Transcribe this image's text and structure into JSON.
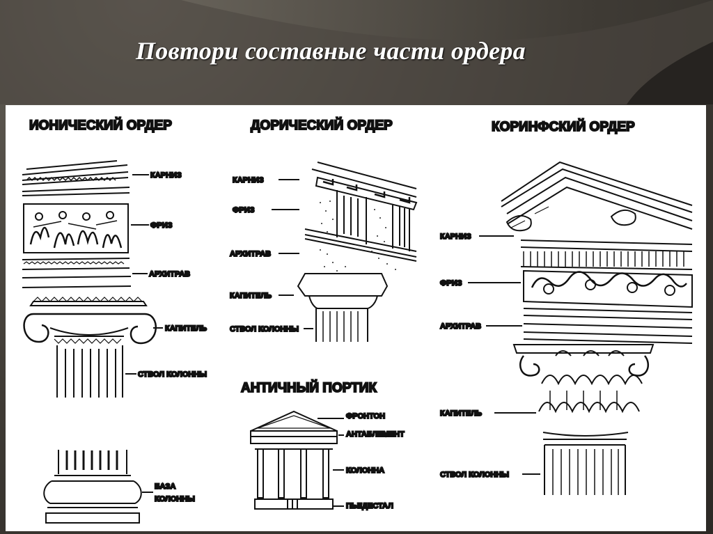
{
  "slide_title": "Повтори составные части ордера",
  "ionic": {
    "title": "ИОНИЧЕСКИЙ ОРДЕР",
    "labels": {
      "cornice": "КАРНИЗ",
      "frieze": "ФРИЗ",
      "architrave": "АРХИТРАВ",
      "capital": "КАПИТЕЛЬ",
      "shaft": "СТВОЛ КОЛОННЫ",
      "base_line1": "БАЗА",
      "base_line2": "КОЛОННЫ"
    }
  },
  "doric": {
    "title": "ДОРИЧЕСКИЙ ОРДЕР",
    "labels": {
      "cornice": "КАРНИЗ",
      "frieze": "ФРИЗ",
      "architrave": "АРХИТРАВ",
      "capital": "КАПИТЕЛЬ",
      "shaft": "СТВОЛ КОЛОННЫ"
    }
  },
  "corinthian": {
    "title": "КОРИНФСКИЙ ОРДЕР",
    "labels": {
      "cornice": "КАРНИЗ",
      "frieze": "ФРИЗ",
      "architrave": "АРХИТРАВ",
      "capital": "КАПИТЕЛЬ",
      "shaft": "СТВОЛ КОЛОННЫ"
    }
  },
  "portico": {
    "title": "АНТИЧНЫЙ ПОРТИК",
    "labels": {
      "pediment": "ФРОНТОН",
      "entablature": "АНТАБЛЕМЕНТ",
      "column": "КОЛОННА",
      "pedestal": "ПЬЕДЕСТАЛ"
    }
  },
  "colors": {
    "background": "#3f3b35",
    "panel": "#ffffff",
    "ink": "#111111",
    "title": "#ffffff"
  }
}
